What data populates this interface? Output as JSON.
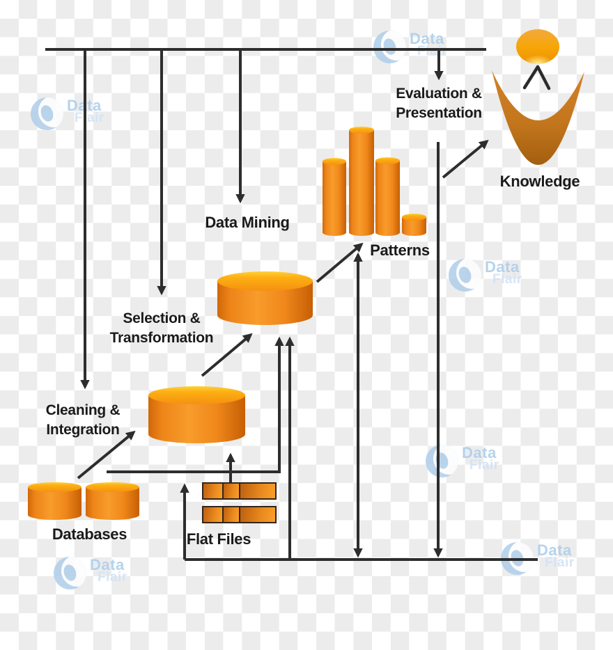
{
  "watermark": {
    "brand_line1": "Data",
    "brand_line2": "Flair"
  },
  "labels": {
    "evaluation_line1": "Evaluation &",
    "evaluation_line2": "Presentation",
    "knowledge": "Knowledge",
    "patterns": "Patterns",
    "data_mining": "Data Mining",
    "selection_line1": "Selection &",
    "selection_line2": "Transformation",
    "cleaning_line1": "Cleaning &",
    "cleaning_line2": "Integration",
    "databases": "Databases",
    "flat_files": "Flat Files"
  },
  "colors": {
    "line": "#2d2d2d",
    "text": "#1a1a1a",
    "orange_body": "#ee8519",
    "orange_light": "#f89c2c",
    "orange_dark": "#c65f04",
    "top_highlight": "#ffd13c",
    "crescent": "#c9791f",
    "wm_blue": "#aecfeb",
    "wm_blue_light": "#d2e3f4"
  }
}
